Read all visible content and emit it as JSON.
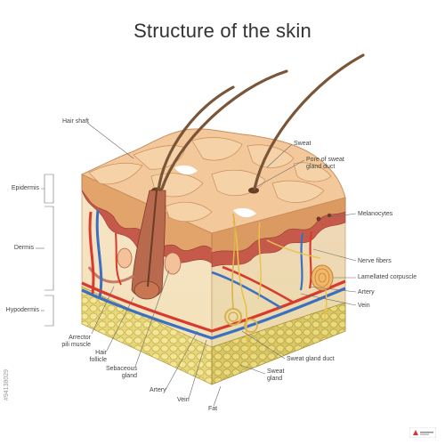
{
  "title": "Structure of the skin",
  "labels": {
    "hair_shaft": "Hair shaft",
    "sweat": "Sweat",
    "pore_line1": "Pore of sweat",
    "pore_line2": "gland duct",
    "epidermis": "Epidermis",
    "melanocytes": "Melanocytes",
    "dermis": "Dermis",
    "nerve_fibers": "Nerve fibers",
    "lamellated_corpuscle": "Lamellated corpuscle",
    "artery_right": "Artery",
    "hypodermis": "Hypodermis",
    "vein_right": "Vein",
    "arrector_line1": "Arrector",
    "arrector_line2": "pili muscle",
    "hair_follicle_line1": "Hair",
    "hair_follicle_line2": "follicle",
    "sebaceous_line1": "Sebaceous",
    "sebaceous_line2": "gland",
    "sweat_gland_duct": "Sweat gland duct",
    "sweat_gland_line1": "Sweat",
    "sweat_gland_line2": "gland",
    "artery_bottom": "Artery",
    "vein_bottom": "Vein",
    "fat": "Fat"
  },
  "stock_id": "#94138029",
  "logo_text": "adobe stock",
  "colors": {
    "skin_top": "#f3c89a",
    "skin_edge": "#d99a64",
    "epidermis_band": "#e0a66f",
    "dermis_red": "#c0504d",
    "dermis_fill": "#f6e6c8",
    "fat_yellow": "#efe08a",
    "fat_outline": "#c7b24c",
    "artery": "#d93a2e",
    "vein": "#3b6fc4",
    "nerve": "#e8c24a",
    "hair": "#7b5537",
    "label_line": "#6b6b6b"
  }
}
